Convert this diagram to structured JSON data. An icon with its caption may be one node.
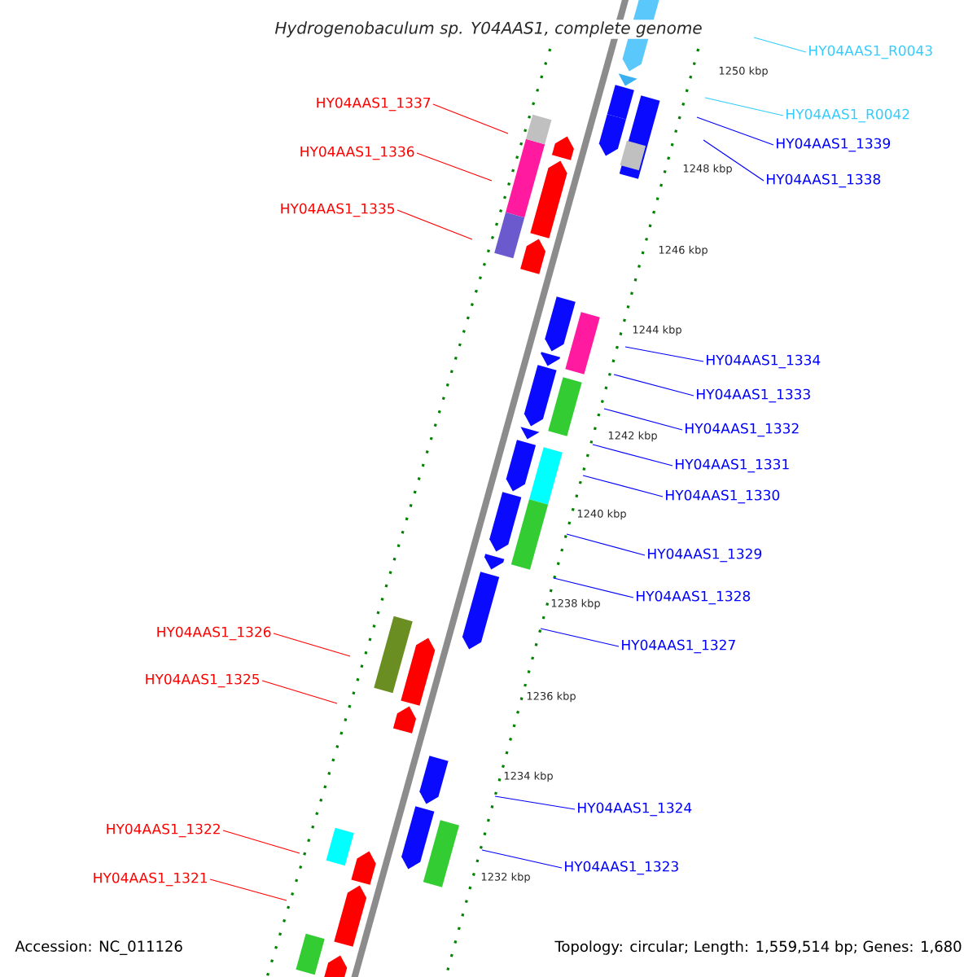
{
  "diagram": {
    "title": "Hydrogenobaculum sp. Y04AAS1, complete genome",
    "nodes": [
      {
        "text": [
          "HY04AAS1_R0043"
        ]
      },
      {
        "text": [
          "HY04AAS1_1337"
        ]
      },
      {
        "text": [
          "HY04AAS1_R0042"
        ]
      },
      {
        "text": [
          "HY04AAS1_1339"
        ]
      },
      {
        "text": [
          "HY04AAS1_1336"
        ]
      },
      {
        "text": [
          "HY04AAS1_1338"
        ]
      },
      {
        "text": [
          "HY04AAS1_1335"
        ]
      },
      {
        "text": [
          "HY04AAS1_1334"
        ]
      },
      {
        "text": [
          "HY04AAS1_1333"
        ]
      },
      {
        "text": [
          "HY04AAS1_1332"
        ]
      },
      {
        "text": [
          "HY04AAS1_1331"
        ]
      },
      {
        "text": [
          "HY04AAS1_1330"
        ]
      },
      {
        "text": [
          "HY04AAS1_1329"
        ]
      },
      {
        "text": [
          "HY04AAS1_1328"
        ]
      },
      {
        "text": [
          "HY04AAS1_1326"
        ]
      },
      {
        "text": [
          "HY04AAS1_1327"
        ]
      },
      {
        "text": [
          "HY04AAS1_1325"
        ]
      },
      {
        "text": [
          "HY04AAS1_1324"
        ]
      },
      {
        "text": [
          "HY04AAS1_1322"
        ]
      },
      {
        "text": [
          "HY04AAS1_1323"
        ]
      },
      {
        "text": [
          "HY04AAS1_1321"
        ]
      }
    ],
    "edges": [
      {
        "from": 0,
        "to": null,
        "arrow": "none",
        "color": "#33ccff"
      },
      {
        "from": 1,
        "to": null,
        "arrow": "none",
        "color": "#ff0000"
      },
      {
        "from": 2,
        "to": null,
        "arrow": "none",
        "color": "#33ccff"
      },
      {
        "from": 3,
        "to": null,
        "arrow": "none"
      },
      {
        "from": 4,
        "to": null,
        "arrow": "none",
        "color": "#ff0000"
      },
      {
        "from": 5,
        "to": null,
        "arrow": "none"
      },
      {
        "from": 6,
        "to": null,
        "arrow": "none",
        "color": "#ff0000"
      },
      {
        "from": 7,
        "to": null,
        "arrow": "none"
      },
      {
        "from": 8,
        "to": null,
        "arrow": "none"
      },
      {
        "from": 9,
        "to": null,
        "arrow": "none"
      },
      {
        "from": 10,
        "to": null,
        "arrow": "none"
      },
      {
        "from": 11,
        "to": null,
        "arrow": "none"
      },
      {
        "from": 12,
        "to": null,
        "arrow": "none"
      },
      {
        "from": 13,
        "to": null,
        "arrow": "none"
      },
      {
        "from": 14,
        "to": null,
        "arrow": "none",
        "color": "#ff0000"
      },
      {
        "from": 15,
        "to": null,
        "arrow": "none"
      },
      {
        "from": 16,
        "to": null,
        "arrow": "none",
        "color": "#ff0000"
      },
      {
        "from": 17,
        "to": null,
        "arrow": "none"
      },
      {
        "from": 18,
        "to": null,
        "arrow": "none",
        "color": "#ff0000"
      },
      {
        "from": 19,
        "to": null,
        "arrow": "none"
      },
      {
        "from": 20,
        "to": null,
        "arrow": "none",
        "color": "#ff0000"
      }
    ],
    "labels": [
      "1250 kbp",
      "1248 kbp",
      "1246 kbp",
      "1244 kbp",
      "1242 kbp",
      "1240 kbp",
      "1238 kbp",
      "1236 kbp",
      "1234 kbp",
      "1232 kbp",
      "Accession: NC_011126",
      "Topology: circular; Length: 1,559,514 bp; Genes: 1,680"
    ]
  }
}
